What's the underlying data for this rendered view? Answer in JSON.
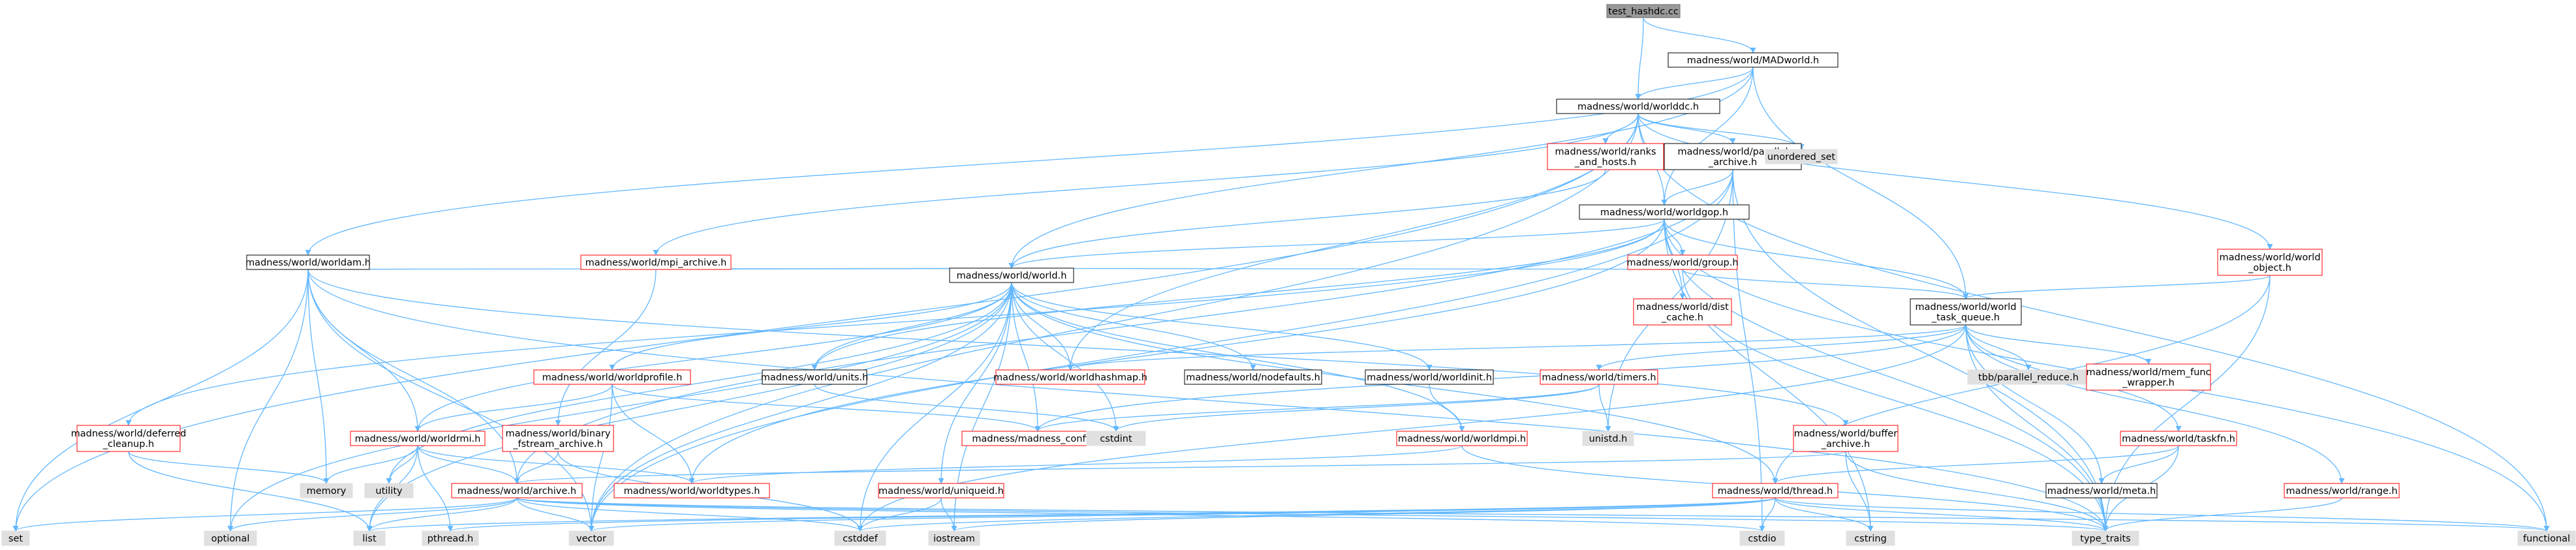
{
  "diagram": {
    "root": "test_hashdc.cc",
    "colors": {
      "normal": "#000000",
      "red": "#ff0000",
      "system": "#999999",
      "root_fill": "#999999",
      "system_fill": "#e0e0e0",
      "edge": "#63b8ff"
    },
    "nodes": [
      {
        "id": "root",
        "kind": "root",
        "lines": [
          "test_hashdc.cc"
        ]
      },
      {
        "id": "madworld",
        "kind": "normal",
        "lines": [
          "madness/world/MADworld.h"
        ]
      },
      {
        "id": "worlddc",
        "kind": "normal",
        "lines": [
          "madness/world/worlddc.h"
        ]
      },
      {
        "id": "ranks",
        "kind": "red",
        "lines": [
          "madness/world/ranks",
          "_and_hosts.h"
        ]
      },
      {
        "id": "parallel",
        "kind": "normal",
        "lines": [
          "madness/world/parallel",
          "_archive.h"
        ]
      },
      {
        "id": "unordered_set",
        "kind": "system",
        "lines": [
          "unordered_set"
        ]
      },
      {
        "id": "worldgop",
        "kind": "normal",
        "lines": [
          "madness/world/worldgop.h"
        ]
      },
      {
        "id": "worldam",
        "kind": "normal",
        "lines": [
          "madness/world/worldam.h"
        ]
      },
      {
        "id": "mpi_archive",
        "kind": "red",
        "lines": [
          "madness/world/mpi_archive.h"
        ]
      },
      {
        "id": "group",
        "kind": "red",
        "lines": [
          "madness/world/group.h"
        ]
      },
      {
        "id": "world_object",
        "kind": "red",
        "lines": [
          "madness/world/world",
          "_object.h"
        ]
      },
      {
        "id": "world_h",
        "kind": "normal",
        "lines": [
          "madness/world/world.h"
        ]
      },
      {
        "id": "dist_cache",
        "kind": "red",
        "lines": [
          "madness/world/dist",
          "_cache.h"
        ]
      },
      {
        "id": "task_queue",
        "kind": "normal",
        "lines": [
          "madness/world/world",
          "_task_queue.h"
        ]
      },
      {
        "id": "worldprofile",
        "kind": "red",
        "lines": [
          "madness/world/worldprofile.h"
        ]
      },
      {
        "id": "units",
        "kind": "normal",
        "lines": [
          "madness/world/units.h"
        ]
      },
      {
        "id": "worldhashmap",
        "kind": "red",
        "lines": [
          "madness/world/worldhashmap.h"
        ]
      },
      {
        "id": "nodefaults",
        "kind": "normal",
        "lines": [
          "madness/world/nodefaults.h"
        ]
      },
      {
        "id": "worldinit",
        "kind": "normal",
        "lines": [
          "madness/world/worldinit.h"
        ]
      },
      {
        "id": "tbb",
        "kind": "system",
        "lines": [
          "tbb/parallel_reduce.h"
        ]
      },
      {
        "id": "mem_func",
        "kind": "red",
        "lines": [
          "madness/world/mem_func",
          "_wrapper.h"
        ]
      },
      {
        "id": "timers",
        "kind": "red",
        "lines": [
          "madness/world/timers.h"
        ]
      },
      {
        "id": "deferred",
        "kind": "red",
        "lines": [
          "madness/world/deferred",
          "_cleanup.h"
        ]
      },
      {
        "id": "worldrmi",
        "kind": "red",
        "lines": [
          "madness/world/worldrmi.h"
        ]
      },
      {
        "id": "binary_fstream",
        "kind": "red",
        "lines": [
          "madness/world/binary",
          "_fstream_archive.h"
        ]
      },
      {
        "id": "madness_config",
        "kind": "red",
        "lines": [
          "madness/madness_config.h"
        ]
      },
      {
        "id": "cstdint",
        "kind": "system",
        "lines": [
          "cstdint"
        ]
      },
      {
        "id": "worldmpi",
        "kind": "red",
        "lines": [
          "madness/world/worldmpi.h"
        ]
      },
      {
        "id": "unistd",
        "kind": "system",
        "lines": [
          "unistd.h"
        ]
      },
      {
        "id": "buffer_archive",
        "kind": "red",
        "lines": [
          "madness/world/buffer",
          "_archive.h"
        ]
      },
      {
        "id": "taskfn",
        "kind": "red",
        "lines": [
          "madness/world/taskfn.h"
        ]
      },
      {
        "id": "memory",
        "kind": "system",
        "lines": [
          "memory"
        ]
      },
      {
        "id": "utility",
        "kind": "system",
        "lines": [
          "utility"
        ]
      },
      {
        "id": "archive",
        "kind": "red",
        "lines": [
          "madness/world/archive.h"
        ]
      },
      {
        "id": "worldtypes",
        "kind": "red",
        "lines": [
          "madness/world/worldtypes.h"
        ]
      },
      {
        "id": "uniqueid",
        "kind": "red",
        "lines": [
          "madness/world/uniqueid.h"
        ]
      },
      {
        "id": "thread",
        "kind": "red",
        "lines": [
          "madness/world/thread.h"
        ]
      },
      {
        "id": "meta",
        "kind": "normal",
        "lines": [
          "madness/world/meta.h"
        ]
      },
      {
        "id": "range",
        "kind": "red",
        "lines": [
          "madness/world/range.h"
        ]
      },
      {
        "id": "set",
        "kind": "system",
        "lines": [
          "set"
        ]
      },
      {
        "id": "optional",
        "kind": "system",
        "lines": [
          "optional"
        ]
      },
      {
        "id": "list",
        "kind": "system",
        "lines": [
          "list"
        ]
      },
      {
        "id": "pthread",
        "kind": "system",
        "lines": [
          "pthread.h"
        ]
      },
      {
        "id": "vector",
        "kind": "system",
        "lines": [
          "vector"
        ]
      },
      {
        "id": "cstddef",
        "kind": "system",
        "lines": [
          "cstddef"
        ]
      },
      {
        "id": "iostream",
        "kind": "system",
        "lines": [
          "iostream"
        ]
      },
      {
        "id": "cstdio",
        "kind": "system",
        "lines": [
          "cstdio"
        ]
      },
      {
        "id": "cstring",
        "kind": "system",
        "lines": [
          "cstring"
        ]
      },
      {
        "id": "type_traits",
        "kind": "system",
        "lines": [
          "type_traits"
        ]
      },
      {
        "id": "functional",
        "kind": "system",
        "lines": [
          "functional"
        ]
      }
    ],
    "edges": [
      [
        "root",
        "madworld"
      ],
      [
        "root",
        "worlddc"
      ],
      [
        "madworld",
        "worlddc"
      ],
      [
        "madworld",
        "worldam"
      ],
      [
        "madworld",
        "world_h"
      ],
      [
        "madworld",
        "worldgop"
      ],
      [
        "madworld",
        "task_queue"
      ],
      [
        "worlddc",
        "ranks"
      ],
      [
        "worlddc",
        "parallel"
      ],
      [
        "worlddc",
        "unordered_set"
      ],
      [
        "worlddc",
        "mpi_archive"
      ],
      [
        "worlddc",
        "world_object"
      ],
      [
        "worlddc",
        "worldgop"
      ],
      [
        "worlddc",
        "worldhashmap"
      ],
      [
        "worlddc",
        "functional"
      ],
      [
        "worlddc",
        "set"
      ],
      [
        "worlddc",
        "vector"
      ],
      [
        "ranks",
        "world_h"
      ],
      [
        "parallel",
        "worldgop"
      ],
      [
        "parallel",
        "archive"
      ],
      [
        "parallel",
        "unistd"
      ],
      [
        "parallel",
        "cstdio"
      ],
      [
        "parallel",
        "type_traits"
      ],
      [
        "parallel",
        "vector"
      ],
      [
        "worldgop",
        "world_h"
      ],
      [
        "worldgop",
        "group"
      ],
      [
        "worldgop",
        "dist_cache"
      ],
      [
        "worldgop",
        "task_queue"
      ],
      [
        "worldgop",
        "deferred"
      ],
      [
        "worldgop",
        "units"
      ],
      [
        "worldgop",
        "worldtypes"
      ],
      [
        "worldgop",
        "functional"
      ],
      [
        "worldgop",
        "type_traits"
      ],
      [
        "worldgop",
        "cstring"
      ],
      [
        "worldam",
        "world_h"
      ],
      [
        "worldam",
        "worldrmi"
      ],
      [
        "worldam",
        "archive"
      ],
      [
        "worldam",
        "buffer_archive"
      ],
      [
        "worldam",
        "memory"
      ],
      [
        "worldam",
        "optional"
      ],
      [
        "worldam",
        "vector"
      ],
      [
        "worldam",
        "set"
      ],
      [
        "worldam",
        "type_traits"
      ],
      [
        "mpi_archive",
        "world_h"
      ],
      [
        "mpi_archive",
        "binary_fstream"
      ],
      [
        "group",
        "task_queue"
      ],
      [
        "group",
        "world_h"
      ],
      [
        "group",
        "type_traits"
      ],
      [
        "world_object",
        "task_queue"
      ],
      [
        "world_object",
        "thread"
      ],
      [
        "world_object",
        "type_traits"
      ],
      [
        "world_h",
        "worldprofile"
      ],
      [
        "world_h",
        "units"
      ],
      [
        "world_h",
        "worldhashmap"
      ],
      [
        "world_h",
        "nodefaults"
      ],
      [
        "world_h",
        "worldinit"
      ],
      [
        "world_h",
        "worldmpi"
      ],
      [
        "world_h",
        "madness_config"
      ],
      [
        "world_h",
        "cstdint"
      ],
      [
        "world_h",
        "uniqueid"
      ],
      [
        "world_h",
        "thread"
      ],
      [
        "world_h",
        "worldrmi"
      ],
      [
        "world_h",
        "list"
      ],
      [
        "world_h",
        "utility"
      ],
      [
        "world_h",
        "vector"
      ],
      [
        "world_h",
        "cstddef"
      ],
      [
        "world_h",
        "iostream"
      ],
      [
        "world_h",
        "optional"
      ],
      [
        "task_queue",
        "tbb"
      ],
      [
        "task_queue",
        "mem_func"
      ],
      [
        "task_queue",
        "timers"
      ],
      [
        "task_queue",
        "taskfn"
      ],
      [
        "task_queue",
        "range"
      ],
      [
        "task_queue",
        "meta"
      ],
      [
        "task_queue",
        "type_traits"
      ],
      [
        "task_queue",
        "cstddef"
      ],
      [
        "task_queue",
        "worldhashmap"
      ],
      [
        "task_queue",
        "madness_config"
      ],
      [
        "worldprofile",
        "worldrmi"
      ],
      [
        "worldprofile",
        "worldtypes"
      ],
      [
        "worldprofile",
        "madness_config"
      ],
      [
        "worldprofile",
        "vector"
      ],
      [
        "units",
        "cstdint"
      ],
      [
        "worldinit",
        "worldmpi"
      ],
      [
        "timers",
        "cstdint"
      ],
      [
        "timers",
        "unistd"
      ],
      [
        "timers",
        "madness_config"
      ],
      [
        "deferred",
        "memory"
      ],
      [
        "deferred",
        "list"
      ],
      [
        "worldrmi",
        "archive"
      ],
      [
        "worldrmi",
        "worldtypes"
      ],
      [
        "worldrmi",
        "memory"
      ],
      [
        "worldrmi",
        "utility"
      ],
      [
        "worldrmi",
        "list"
      ],
      [
        "worldrmi",
        "pthread"
      ],
      [
        "binary_fstream",
        "archive"
      ],
      [
        "binary_fstream",
        "cstddef"
      ],
      [
        "worldmpi",
        "worldtypes"
      ],
      [
        "worldmpi",
        "type_traits"
      ],
      [
        "buffer_archive",
        "archive"
      ],
      [
        "buffer_archive",
        "type_traits"
      ],
      [
        "buffer_archive",
        "cstring"
      ],
      [
        "taskfn",
        "thread"
      ],
      [
        "taskfn",
        "meta"
      ],
      [
        "taskfn",
        "type_traits"
      ],
      [
        "archive",
        "cstddef"
      ],
      [
        "archive",
        "cstdio"
      ],
      [
        "archive",
        "type_traits"
      ],
      [
        "archive",
        "vector"
      ],
      [
        "archive",
        "list"
      ],
      [
        "archive",
        "set"
      ],
      [
        "archive",
        "optional"
      ],
      [
        "archive",
        "functional"
      ],
      [
        "uniqueid",
        "cstddef"
      ],
      [
        "uniqueid",
        "iostream"
      ],
      [
        "thread",
        "cstdio"
      ],
      [
        "thread",
        "cstring"
      ],
      [
        "thread",
        "type_traits"
      ],
      [
        "thread",
        "pthread"
      ],
      [
        "thread",
        "cstddef"
      ],
      [
        "thread",
        "vector"
      ],
      [
        "thread",
        "iostream"
      ],
      [
        "thread",
        "list"
      ],
      [
        "thread",
        "functional"
      ],
      [
        "meta",
        "type_traits"
      ],
      [
        "range",
        "type_traits"
      ]
    ]
  }
}
